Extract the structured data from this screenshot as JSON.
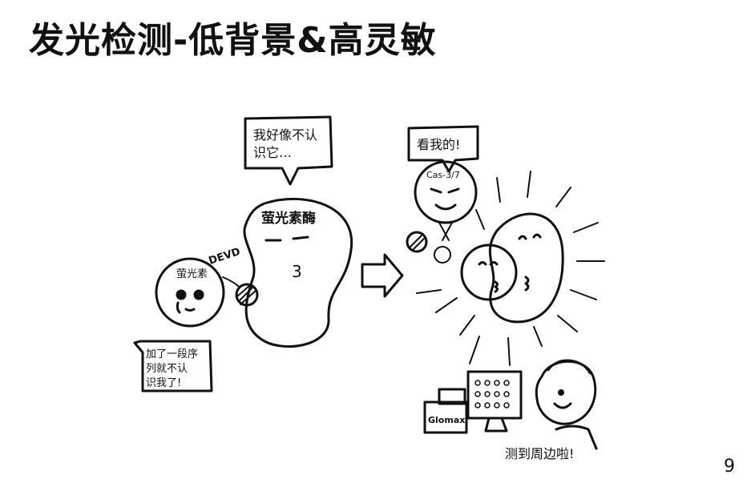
{
  "title": "发光检测-低背景&高灵敏",
  "page_number": "9",
  "left_scene": {
    "bubble_top": [
      "我好像不认",
      "识它…"
    ],
    "luciferase_label": "萤光素酶",
    "luciferase_mouth": "3",
    "luciferin_label": "萤光素",
    "tag_label": "DEVD",
    "bubble_bottom": [
      "加了一段序",
      "列就不认",
      "识我了!"
    ]
  },
  "right_scene": {
    "bubble": "看我的!",
    "enzyme_label": "Cas-3/7",
    "instrument_label": "Glomax",
    "caption": "测到周边啦!"
  }
}
